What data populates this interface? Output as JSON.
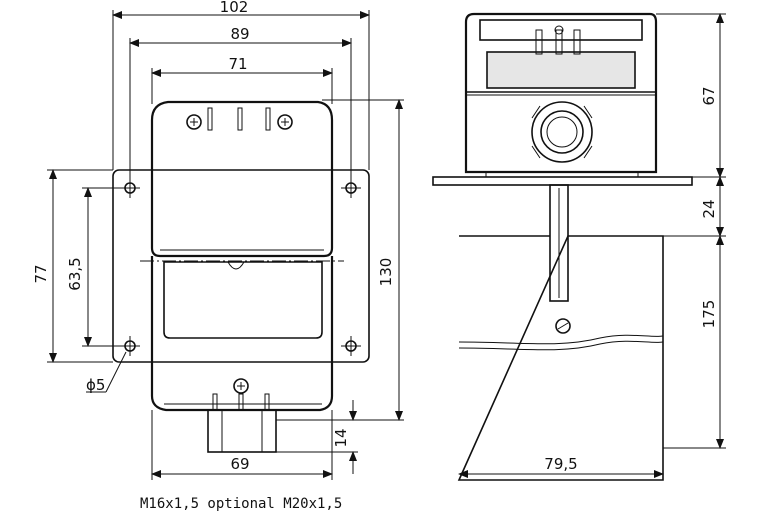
{
  "front_view": {
    "dims": {
      "width_outer": "102",
      "width_holes": "89",
      "width_body": "71",
      "height_outer": "77",
      "height_holes": "63,5",
      "height_total": "130",
      "hole_dia": "ϕ5",
      "gland_height": "14",
      "bottom_width": "69"
    }
  },
  "side_view": {
    "dims": {
      "housing_height": "67",
      "stem_height": "24",
      "duct_height": "175",
      "duct_width": "79,5"
    }
  },
  "caption": "M16x1,5 optional M20x1,5"
}
